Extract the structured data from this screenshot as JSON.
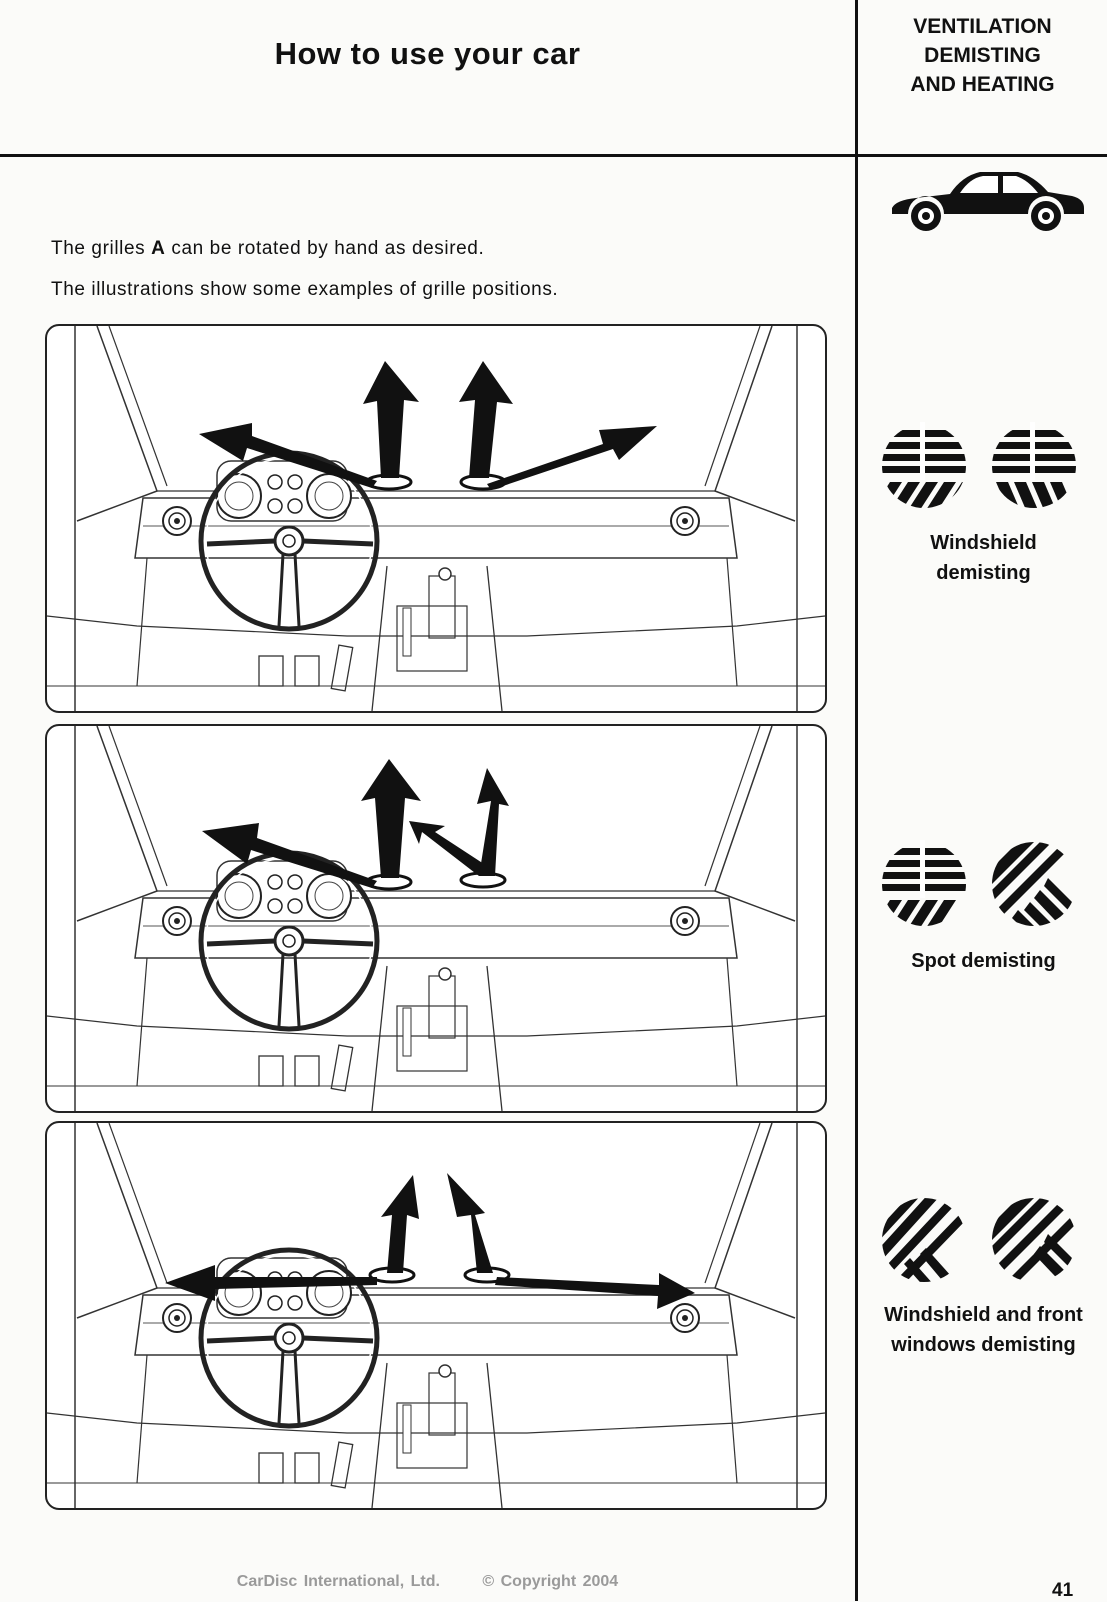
{
  "header": {
    "title": "How to use your car",
    "section_title": [
      "VENTILATION",
      "DEMISTING",
      "AND HEATING"
    ]
  },
  "intro": {
    "line1_pre": "The grilles",
    "line1_bold": "A",
    "line1_post": "can be rotated by hand as desired.",
    "line2": "The illustrations show some examples of grille positions."
  },
  "examples": [
    {
      "caption": [
        "Windshield",
        "demisting"
      ],
      "grille_icons": [
        "grille-horizontal-icon",
        "grille-horizontal-icon"
      ]
    },
    {
      "caption": [
        "Spot demisting"
      ],
      "grille_icons": [
        "grille-horizontal-icon",
        "grille-diagonal-icon"
      ]
    },
    {
      "caption": [
        "Windshield and front",
        "windows demisting"
      ],
      "grille_icons": [
        "grille-diagonal-icon",
        "grille-diagonal-icon"
      ]
    }
  ],
  "footer": {
    "company": "CarDisc International, Ltd.",
    "copyright": "© Copyright 2004"
  },
  "page_number": "41",
  "icons": [
    "car-side-icon",
    "dashboard-illustration",
    "air-flow-arrow-icon"
  ]
}
